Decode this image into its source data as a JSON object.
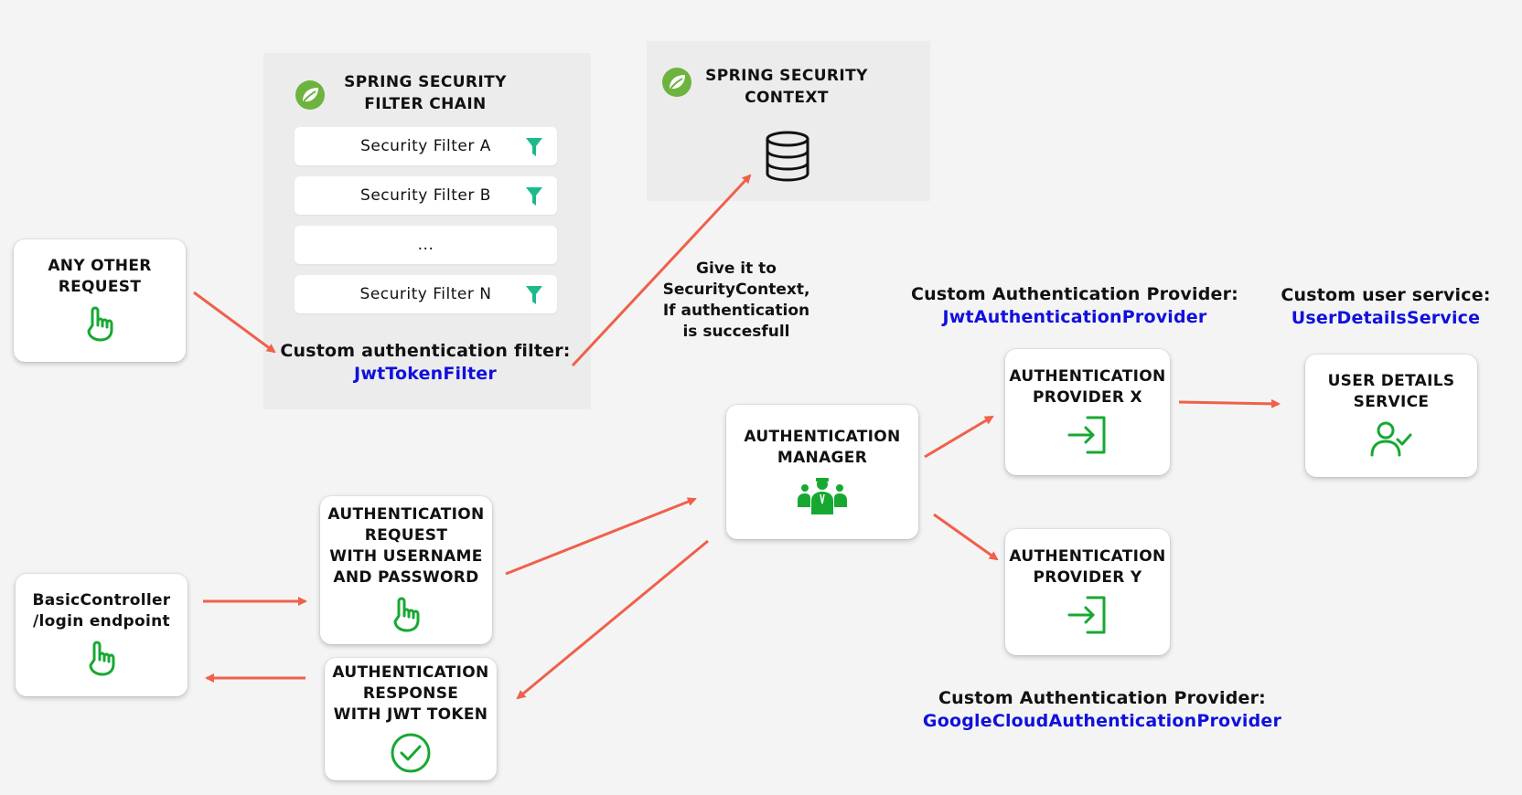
{
  "filter_chain": {
    "title": "SPRING SECURITY\nFILTER CHAIN",
    "filters": [
      "Security Filter A",
      "Security Filter B",
      "...",
      "Security Filter N"
    ],
    "custom_filter_caption": "Custom authentication filter:",
    "custom_filter_class": "JwtTokenFilter"
  },
  "security_context": {
    "title": "SPRING SECURITY\nCONTEXT"
  },
  "context_note": "Give it to\nSecurityContext,\nIf authentication\nis succesfull",
  "nodes": {
    "any_other_request": "ANY OTHER\nREQUEST",
    "basic_controller": "BasicController\n/login endpoint",
    "auth_request": "AUTHENTICATION\nREQUEST\nWITH USERNAME\nAND PASSWORD",
    "auth_response": "AUTHENTICATION\nRESPONSE\nWITH JWT TOKEN",
    "auth_manager": "AUTHENTICATION\nMANAGER",
    "provider_x": "AUTHENTICATION\nPROVIDER X",
    "provider_y": "AUTHENTICATION\nPROVIDER Y",
    "user_details": "USER DETAILS\nSERVICE"
  },
  "captions": {
    "provider_x_caption": "Custom Authentication Provider:",
    "provider_x_class": "JwtAuthenticationProvider",
    "user_service_caption": "Custom user service:",
    "user_service_class": "UserDetailsService",
    "provider_y_caption": "Custom Authentication Provider:",
    "provider_y_class": "GoogleCloudAuthenticationProvider"
  },
  "icons": {
    "spring": "spring-leaf-icon",
    "filter": "funnel-icon",
    "database": "database-icon",
    "hand": "pointing-hand-icon",
    "team": "team-icon",
    "login": "login-icon",
    "user_check": "user-check-icon",
    "check": "check-circle-icon"
  },
  "colors": {
    "arrow": "#f0604a",
    "class_name": "#1010dd",
    "icon_green": "#17a832",
    "filter_green": "#1cb98d",
    "spring_green": "#6db33f"
  }
}
